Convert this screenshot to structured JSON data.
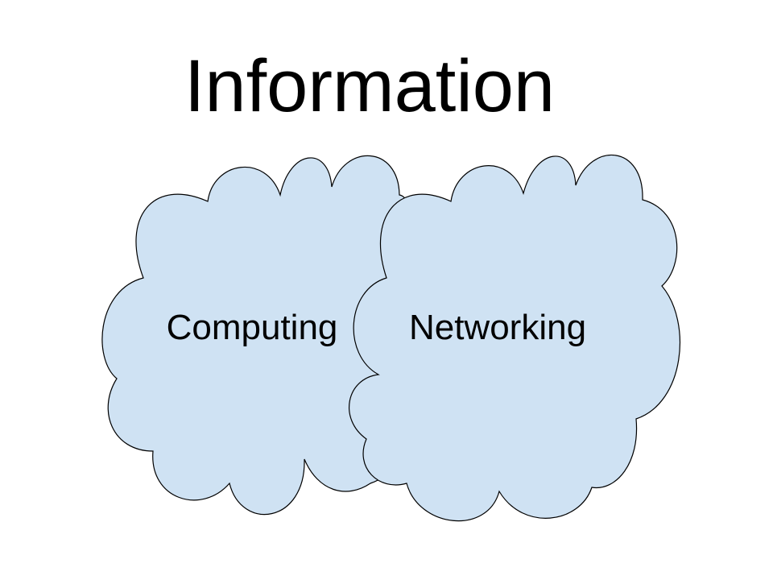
{
  "slide": {
    "title": "Information"
  },
  "clouds": [
    {
      "label": "Computing"
    },
    {
      "label": "Networking"
    }
  ],
  "colors": {
    "cloud_fill": "#cfe2f3",
    "cloud_stroke": "#000000",
    "text": "#000000",
    "background": "#ffffff"
  }
}
